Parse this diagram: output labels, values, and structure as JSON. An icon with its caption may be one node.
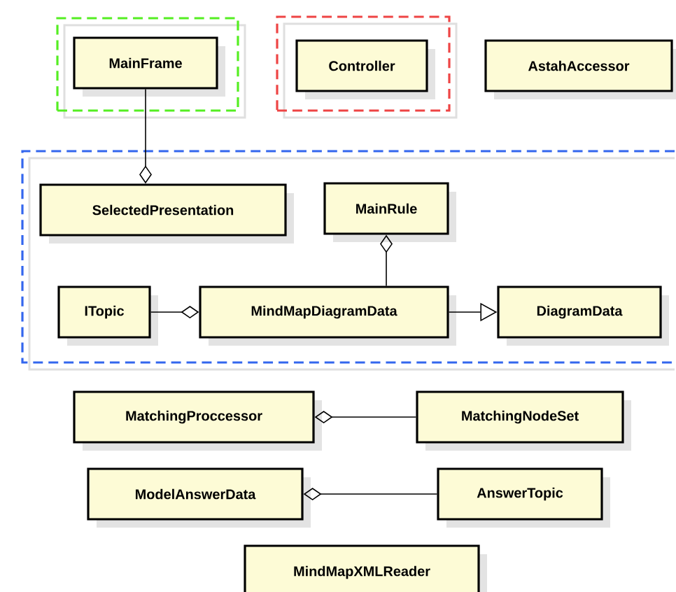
{
  "diagram": {
    "nodes": [
      {
        "text": [],
        "shape": "box"
      },
      {
        "text": [
          "MainFrame"
        ],
        "in": 0
      },
      {
        "text": [],
        "shape": "box"
      },
      {
        "text": [
          "Controller"
        ],
        "in": 2
      },
      {
        "text": [
          "AstahAccessor"
        ]
      },
      {
        "text": [],
        "shape": "box"
      },
      {
        "text": [
          "SelectedPresentation"
        ],
        "in": 5
      },
      {
        "text": [
          "MainRule"
        ],
        "in": 5
      },
      {
        "text": [
          "ITopic"
        ],
        "in": 5
      },
      {
        "text": [
          "MindMapDiagramData"
        ],
        "in": 5
      },
      {
        "text": [
          "DiagramData"
        ],
        "in": 5
      },
      {
        "text": [
          "MatchingProccessor"
        ]
      },
      {
        "text": [
          "MatchingNodeSet"
        ]
      },
      {
        "text": [
          "ModelAnswerData"
        ]
      },
      {
        "text": [
          "AnswerTopic"
        ]
      },
      {
        "text": [
          "MindMapXMLReader"
        ]
      }
    ],
    "edges": [
      {
        "from": 1,
        "to": 6,
        "arrow": "other"
      },
      {
        "from": 8,
        "to": 9,
        "arrow": "other"
      },
      {
        "from": 9,
        "to": 7,
        "arrow": "other"
      },
      {
        "from": 9,
        "to": 10,
        "arrow": "to"
      },
      {
        "from": 12,
        "to": 11,
        "arrow": "other"
      },
      {
        "from": 14,
        "to": 13,
        "arrow": "other"
      }
    ]
  }
}
